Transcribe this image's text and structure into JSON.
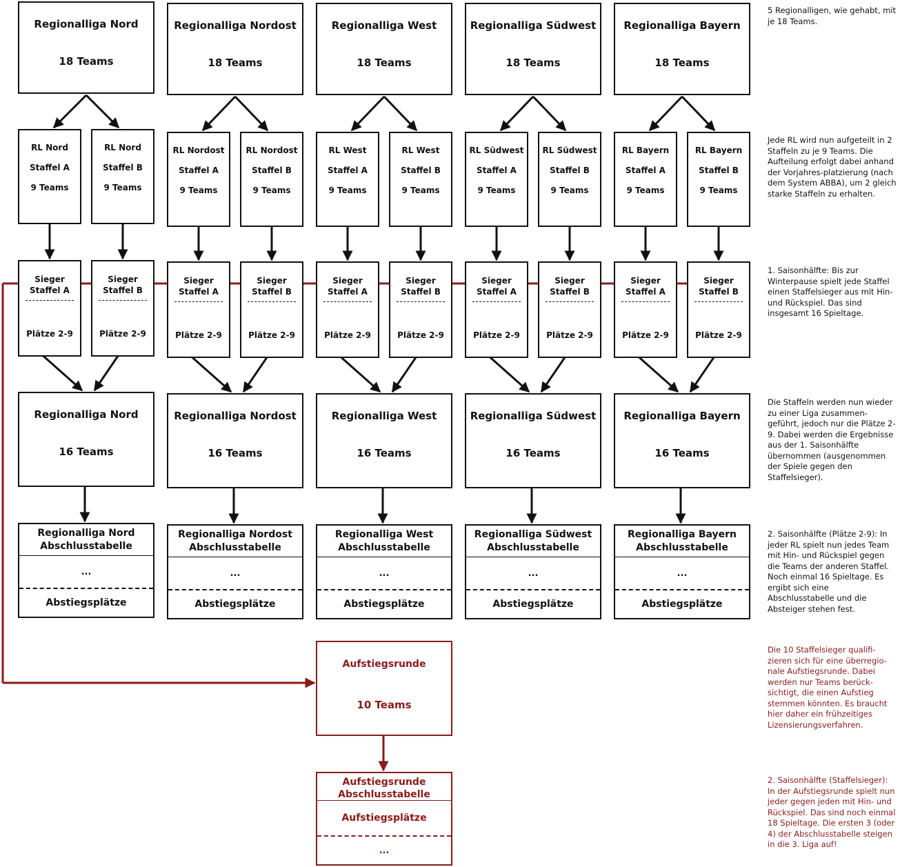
{
  "colors": {
    "ink": "#111111",
    "accent": "#8b1a1a"
  },
  "regionalligen": [
    {
      "name": "Regionalliga Nord",
      "short": "RL Nord",
      "final_title": "Regionalliga Nord"
    },
    {
      "name": "Regionalliga Nordost",
      "short": "RL Nordost",
      "final_title": "Regionalliga Nordost"
    },
    {
      "name": "Regionalliga West",
      "short": "RL West",
      "final_title": "Regionalliga West"
    },
    {
      "name": "Regionalliga Südwest",
      "short": "RL Südwest",
      "final_title": "Regionalliga Südwest"
    },
    {
      "name": "Regionalliga Bayern",
      "short": "RL Bayern",
      "final_title": "Regionalliga Bayern"
    }
  ],
  "labels": {
    "teams18": "18 Teams",
    "teams16": "16 Teams",
    "teams9": "9 Teams",
    "staffel_a": "Staffel A",
    "staffel_b": "Staffel B",
    "sieger": "Sieger",
    "plaetze": "Plätze 2-9",
    "abschluss": "Abschlusstabelle",
    "ellipsis": "...",
    "abstieg": "Abstiegsplätze"
  },
  "aufstieg": {
    "title": "Aufstiegsrunde",
    "teams": "10 Teams",
    "final_title": "Aufstiegsrunde",
    "final_sub": "Abschlusstabelle",
    "plaetze": "Aufstiegsplätze",
    "ellipsis": "..."
  },
  "notes": [
    "5 Regionalligen, wie gehabt, mit je 18 Teams.",
    "Jede RL wird nun aufgeteilt in 2 Staffeln zu je 9 Teams. Die Aufteilung erfolgt dabei anhand der Vorjahres-platzierung (nach dem System ABBA), um 2 gleich starke Staffeln zu erhalten.",
    "1. Saisonhälfte: Bis zur Winterpause spielt jede Staffel einen Staffelsieger aus mit Hin- und Rückspiel. Das sind insgesamt 16 Spieltage.",
    "Die Staffeln werden nun wieder zu einer Liga zusammen-geführt, jedoch nur die Plätze 2-9. Dabei werden die Ergebnisse aus der 1. Saisonhälfte übernommen (ausgenommen der Spiele gegen den Staffelsieger).",
    "2. Saisonhälfte (Plätze 2-9): In jeder RL spielt nun jedes Team mit Hin- und Rückspiel gegen die Teams der anderen Staffel. Noch einmal 16 Spieltage. Es ergibt sich eine Abschlusstabelle und die Absteiger stehen fest.",
    "Die 10 Staffelsieger qualifi-zieren sich für eine überregio-nale Aufstiegsrunde. Dabei werden nur Teams berück-sichtigt, die einen Aufstieg stemmen könnten. Es braucht hier daher ein frühzeitiges Lizensierungsverfahren.",
    "2. Saisonhälfte (Staffelsieger): In der Aufstiegsrunde spielt nun jeder gegen jeden mit Hin- und Rückspiel. Das sind noch einmal 18 Spieltage. Die ersten 3 (oder 4) der Abschlusstabelle steigen in die 3. Liga auf!"
  ]
}
